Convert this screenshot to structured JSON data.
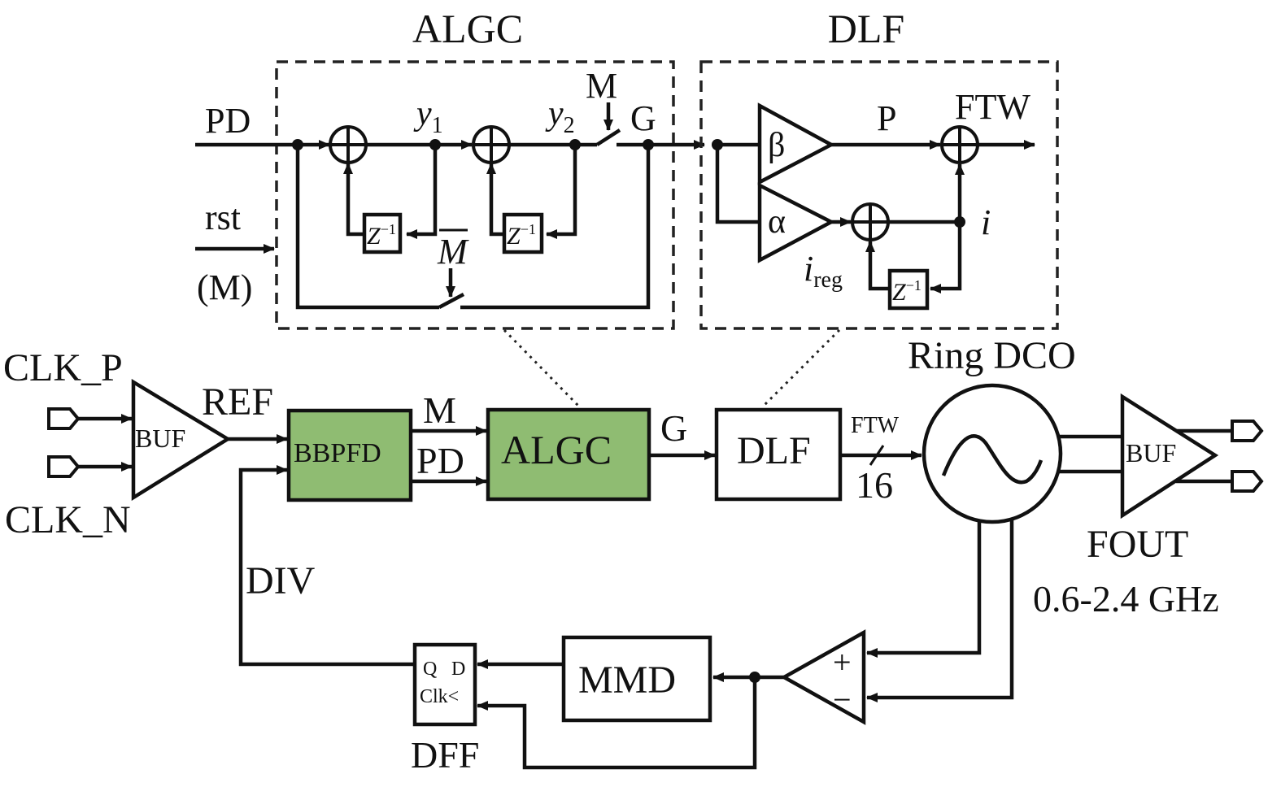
{
  "colors": {
    "algc_region_fill": "#e3ecd4",
    "green_block_fill": "#8fbc72",
    "line_color": "#111111"
  },
  "detail": {
    "algc_title": "ALGC",
    "dlf_title": "DLF",
    "pd": "PD",
    "rst": "rst",
    "rst_m": "(M)",
    "y1": "y",
    "y1_sub": "1",
    "y2": "y",
    "y2_sub": "2",
    "m": "M",
    "g": "G",
    "mbar": "M",
    "z1": "Z",
    "z_exp": "−1",
    "beta": "β",
    "alpha": "α",
    "p": "P",
    "ftw": "FTW",
    "i": "i",
    "ireg": "i",
    "ireg_sub": "reg"
  },
  "top": {
    "clk_p": "CLK_P",
    "clk_n": "CLK_N",
    "buf_in": "BUF",
    "ref": "REF",
    "bbpfd": "BBPFD",
    "m": "M",
    "pd": "PD",
    "algc": "ALGC",
    "g": "G",
    "dlf": "DLF",
    "ftw": "FTW",
    "bus_width": "16",
    "ring_dco": "Ring DCO",
    "buf_out": "BUF",
    "fout": "FOUT",
    "fout_range": "0.6-2.4 GHz",
    "div": "DIV",
    "dff_q": "Q",
    "dff_d": "D",
    "dff_clk": "Clk<",
    "dff": "DFF",
    "mmd": "MMD",
    "comp_plus": "+",
    "comp_minus": "−"
  }
}
